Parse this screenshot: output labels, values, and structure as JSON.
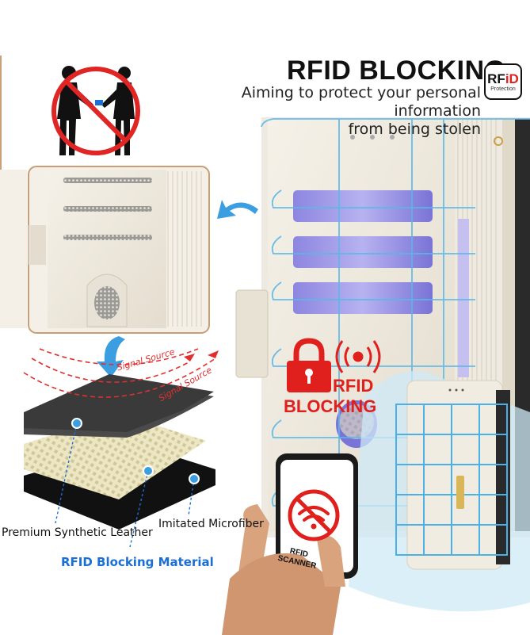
{
  "header": {
    "title": "RFID BLOCKING",
    "subtitle_line1": "Aiming to protect your personal information",
    "subtitle_line2": "from being stolen"
  },
  "badge": {
    "text_top_main": "RF",
    "text_top_accent": "iD",
    "text_bottom": "Protection"
  },
  "layers": {
    "signal_source_1": "Signal Source",
    "signal_source_2": "Signal Source",
    "leather_label": "Premium Synthetic Leather",
    "microfiber_label": "Imitated Microfiber",
    "rfid_material_label": "RFID Blocking Material"
  },
  "overlay": {
    "rfid_line": "RFID",
    "blocking_line": "BLOCKING"
  },
  "phone": {
    "scanner_line1": "RFID",
    "scanner_line2": "SCANNER"
  },
  "colors": {
    "accent_blue": "#1b6fd6",
    "alert_red": "#e0201c",
    "wallet_cream": "#efe9dd",
    "grid_blue": "#5ab8e8"
  }
}
